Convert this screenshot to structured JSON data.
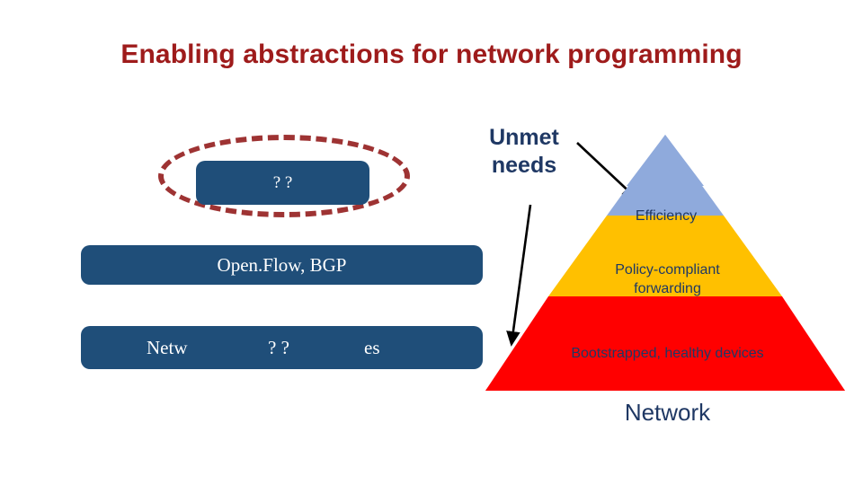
{
  "slide": {
    "title": "Enabling abstractions for network programming"
  },
  "bars": {
    "top": "? ?",
    "middle": "Open.Flow, BGP",
    "bottom_segments": [
      "Netw",
      "? ?",
      "es"
    ]
  },
  "callout": {
    "unmet_needs": "Unmet\nneeds",
    "unmet_needs_line1": "Unmet",
    "unmet_needs_line2": "needs"
  },
  "pyramid": {
    "tiers": [
      {
        "label": "Efficiency",
        "color": "#8faadc"
      },
      {
        "label": "Policy-compliant forwarding",
        "label_line1": "Policy-compliant",
        "label_line2": "forwarding",
        "color": "#ffc000"
      },
      {
        "label": "Bootstrapped, healthy devices",
        "color": "#ff0000"
      }
    ],
    "caption": "Network"
  },
  "colors": {
    "title": "#9e1b1b",
    "bar": "#1f4e79",
    "ellipse": "#9e3333",
    "text_navy": "#1f3864",
    "tier_top": "#8faadc",
    "tier_mid": "#ffc000",
    "tier_bottom": "#ff0000"
  }
}
